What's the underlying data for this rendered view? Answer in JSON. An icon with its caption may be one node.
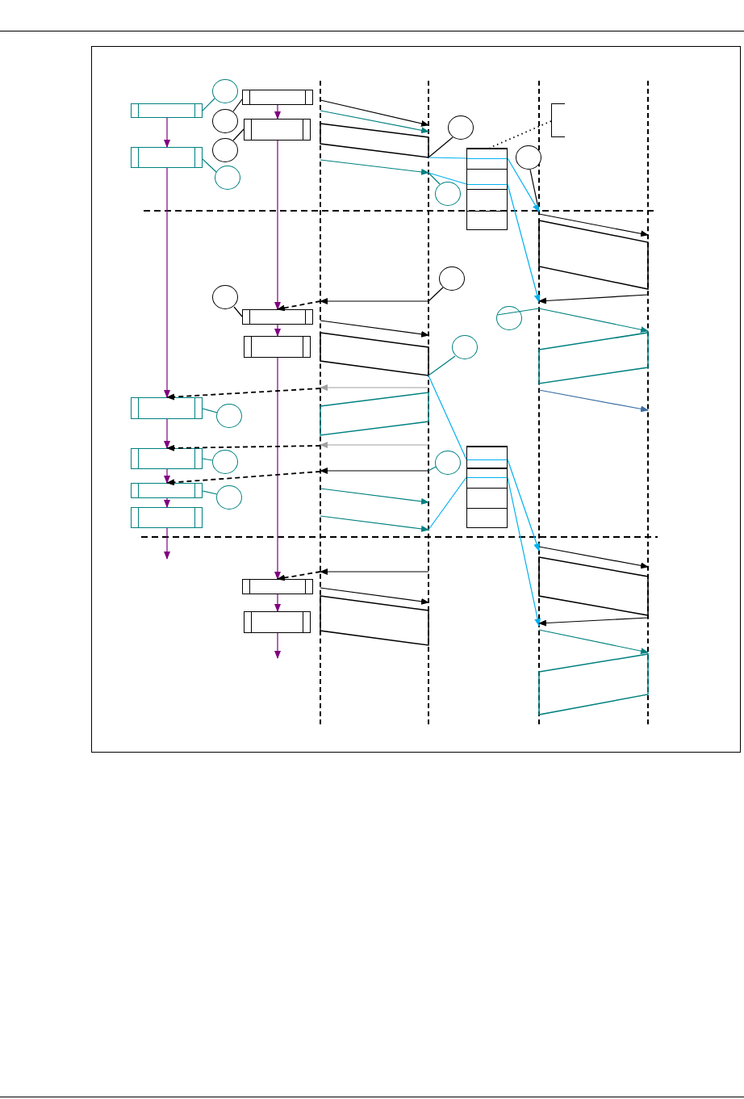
{
  "diagram": {
    "nodes": [
      {
        "text": [],
        "shape": "line"
      },
      {
        "text": [],
        "shape": "line"
      },
      {
        "text": [],
        "shape": "line"
      },
      {
        "text": [],
        "shape": "line"
      },
      {
        "text": [],
        "shape": "box"
      },
      {
        "text": [],
        "shape": "box"
      },
      {
        "text": [],
        "shape": "box"
      },
      {
        "text": [],
        "shape": "box"
      },
      {
        "text": [],
        "shape": "box"
      },
      {
        "text": [],
        "shape": "box"
      },
      {
        "text": [],
        "shape": "box"
      },
      {
        "text": [],
        "shape": "box"
      },
      {
        "text": [],
        "shape": "box"
      },
      {
        "text": [],
        "shape": "box"
      },
      {
        "text": [],
        "shape": "box"
      },
      {
        "text": [],
        "shape": "box"
      },
      {
        "text": [],
        "shape": "stack"
      },
      {
        "text": [],
        "shape": "stack"
      },
      {
        "text": [],
        "shape": "bracket"
      },
      {
        "text": [],
        "shape": "parallelogram"
      },
      {
        "text": [],
        "shape": "parallelogram"
      },
      {
        "text": [],
        "shape": "parallelogram"
      },
      {
        "text": [],
        "shape": "parallelogram"
      },
      {
        "text": [],
        "shape": "parallelogram"
      },
      {
        "text": [],
        "shape": "parallelogram"
      },
      {
        "text": [],
        "shape": "parallelogram"
      },
      {
        "text": [],
        "shape": "parallelogram"
      },
      {
        "text": [],
        "shape": "circle"
      },
      {
        "text": [],
        "shape": "circle"
      },
      {
        "text": [],
        "shape": "circle"
      },
      {
        "text": [],
        "shape": "circle"
      },
      {
        "text": [],
        "shape": "circle"
      },
      {
        "text": [],
        "shape": "circle"
      },
      {
        "text": [],
        "shape": "circle"
      },
      {
        "text": [],
        "shape": "circle"
      },
      {
        "text": [],
        "shape": "circle"
      },
      {
        "text": [],
        "shape": "circle"
      },
      {
        "text": [],
        "shape": "circle"
      },
      {
        "text": [],
        "shape": "circle"
      },
      {
        "text": [],
        "shape": "circle"
      },
      {
        "text": [],
        "shape": "circle"
      },
      {
        "text": [],
        "shape": "circle"
      }
    ],
    "edges": [
      {
        "from": 4,
        "to": 5,
        "arrow": "to",
        "color": "#800080"
      },
      {
        "from": 5,
        "to": 6,
        "arrow": "to",
        "color": "#800080"
      },
      {
        "from": 6,
        "to": 7,
        "arrow": "to",
        "color": "#800080"
      },
      {
        "from": 7,
        "to": 8,
        "arrow": "to",
        "color": "#800080"
      },
      {
        "from": 8,
        "to": 9,
        "arrow": "to",
        "color": "#800080"
      },
      {
        "from": 9,
        "to": null,
        "arrow": "to",
        "color": "#800080"
      },
      {
        "from": 10,
        "to": 11,
        "arrow": "to",
        "color": "#800080"
      },
      {
        "from": 11,
        "to": 12,
        "arrow": "to",
        "color": "#800080"
      },
      {
        "from": 12,
        "to": 13,
        "arrow": "to",
        "color": "#800080"
      },
      {
        "from": 13,
        "to": 14,
        "arrow": "to",
        "color": "#800080"
      },
      {
        "from": 14,
        "to": 15,
        "arrow": "to",
        "color": "#800080"
      },
      {
        "from": 15,
        "to": null,
        "arrow": "to",
        "color": "#800080"
      },
      {
        "from": 27,
        "to": 4,
        "arrow": "none",
        "color": "#008080"
      },
      {
        "from": 28,
        "to": 10,
        "arrow": "none"
      },
      {
        "from": 29,
        "to": 11,
        "arrow": "none"
      },
      {
        "from": 30,
        "to": 5,
        "arrow": "none",
        "color": "#008080"
      },
      {
        "from": 31,
        "to": 19,
        "arrow": "none"
      },
      {
        "from": 32,
        "to": 1,
        "arrow": "none",
        "color": "#008080"
      },
      {
        "from": 33,
        "to": 2,
        "arrow": "none"
      },
      {
        "from": 34,
        "to": 12,
        "arrow": "none"
      },
      {
        "from": 35,
        "to": 1,
        "arrow": "none"
      },
      {
        "from": 36,
        "to": 22,
        "arrow": "none",
        "color": "#008080"
      },
      {
        "from": 37,
        "to": 2,
        "arrow": "none",
        "color": "#008080"
      },
      {
        "from": 38,
        "to": 6,
        "arrow": "none",
        "color": "#008080"
      },
      {
        "from": 39,
        "to": 7,
        "arrow": "none",
        "color": "#008080"
      },
      {
        "from": 40,
        "to": 8,
        "arrow": "none",
        "color": "#008080"
      },
      {
        "from": 41,
        "to": 1,
        "arrow": "none",
        "color": "#008080"
      },
      {
        "from": 18,
        "to": 16,
        "arrow": "none",
        "style": "dashed"
      },
      {
        "from": 0,
        "to": 1,
        "arrow": "to"
      },
      {
        "from": 0,
        "to": 1,
        "arrow": "to",
        "color": "#008080"
      },
      {
        "from": 0,
        "to": 1,
        "arrow": "to",
        "color": "#008080"
      },
      {
        "from": 19,
        "to": 16,
        "arrow": "none",
        "color": "#00b0f0"
      },
      {
        "from": 16,
        "to": 2,
        "arrow": "to",
        "color": "#00b0f0"
      },
      {
        "from": 1,
        "to": 16,
        "arrow": "none",
        "color": "#00b0f0"
      },
      {
        "from": 16,
        "to": 2,
        "arrow": "to",
        "color": "#00b0f0"
      },
      {
        "from": 2,
        "to": 3,
        "arrow": "to"
      },
      {
        "from": 3,
        "to": 2,
        "arrow": "to"
      },
      {
        "from": 2,
        "to": 3,
        "arrow": "to",
        "color": "#008080"
      },
      {
        "from": 2,
        "to": 3,
        "arrow": "to",
        "color": "#3a6ea5"
      },
      {
        "from": 1,
        "to": 0,
        "arrow": "to"
      },
      {
        "from": 0,
        "to": 12,
        "arrow": "to",
        "style": "dashed"
      },
      {
        "from": 0,
        "to": 1,
        "arrow": "to"
      },
      {
        "from": 1,
        "to": 0,
        "arrow": "to",
        "color": "#a0a0a0"
      },
      {
        "from": 0,
        "to": 6,
        "arrow": "to",
        "style": "dashed"
      },
      {
        "from": 1,
        "to": 0,
        "arrow": "to",
        "color": "#a0a0a0"
      },
      {
        "from": 0,
        "to": 7,
        "arrow": "to",
        "style": "dashed"
      },
      {
        "from": 1,
        "to": 0,
        "arrow": "to"
      },
      {
        "from": 0,
        "to": 8,
        "arrow": "to",
        "style": "dashed"
      },
      {
        "from": 0,
        "to": 1,
        "arrow": "to",
        "color": "#008080"
      },
      {
        "from": 0,
        "to": 1,
        "arrow": "to",
        "color": "#008080"
      },
      {
        "from": 22,
        "to": 17,
        "arrow": "none",
        "color": "#00b0f0"
      },
      {
        "from": 17,
        "to": 2,
        "arrow": "to",
        "color": "#00b0f0"
      },
      {
        "from": 1,
        "to": 17,
        "arrow": "none",
        "color": "#00b0f0"
      },
      {
        "from": 17,
        "to": 2,
        "arrow": "to",
        "color": "#00b0f0"
      },
      {
        "from": 1,
        "to": 0,
        "arrow": "to"
      },
      {
        "from": 0,
        "to": 14,
        "arrow": "to",
        "style": "dashed"
      },
      {
        "from": 0,
        "to": 1,
        "arrow": "to"
      },
      {
        "from": 2,
        "to": 3,
        "arrow": "to"
      },
      {
        "from": 3,
        "to": 2,
        "arrow": "to"
      },
      {
        "from": 2,
        "to": 3,
        "arrow": "to",
        "color": "#008080"
      }
    ]
  }
}
